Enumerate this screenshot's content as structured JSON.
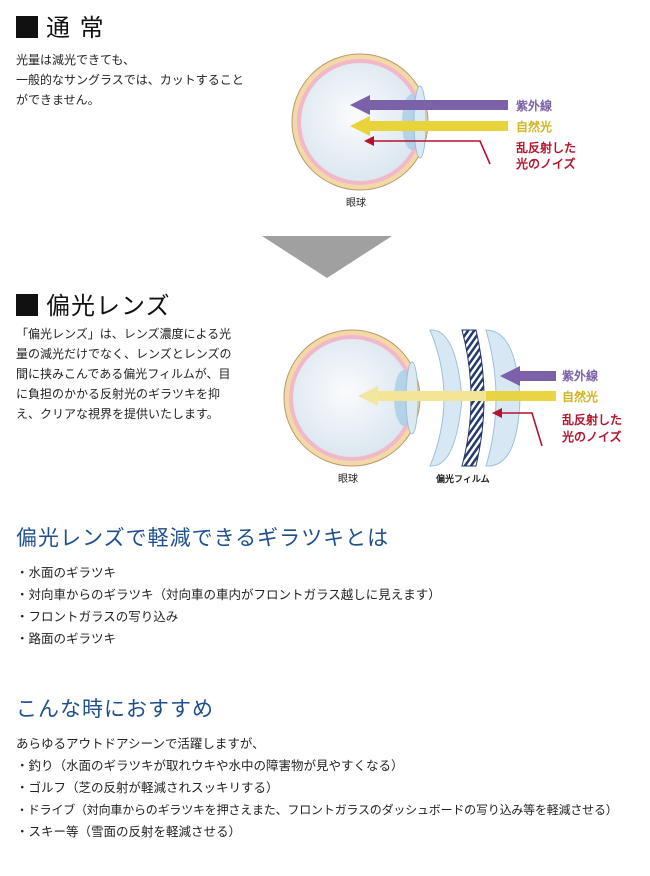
{
  "section1": {
    "title": "通 常",
    "text": "光量は減光できても、\n一般的なサングラスでは、カットすること\nができません。",
    "labels": {
      "uv": "紫外線",
      "natural": "自然光",
      "noise1": "乱反射した",
      "noise2": "光のノイズ",
      "eyeball": "眼球"
    }
  },
  "section2": {
    "title": "偏光レンズ",
    "text": "「偏光レンズ」は、レンズ濃度による光\n量の減光だけでなく、レンズとレンズの\n間に挟みこんである偏光フィルムが、目\nに負担のかかる反射光のギラツキを抑\nえ、クリアな視界を提供いたします。",
    "labels": {
      "uv": "紫外線",
      "natural": "自然光",
      "noise1": "乱反射した",
      "noise2": "光のノイズ",
      "eyeball": "眼球",
      "film": "偏光フィルム"
    }
  },
  "glare": {
    "heading": "偏光レンズで軽減できるギラツキとは",
    "items": [
      "・水面のギラツキ",
      "・対向車からのギラツキ（対向車の車内がフロントガラス越しに見えます）",
      "・フロントガラスの写り込み",
      "・路面のギラツキ"
    ]
  },
  "recommend": {
    "heading": "こんな時におすすめ",
    "items": [
      "あらゆるアウトドアシーンで活躍しますが、",
      "・釣り（水面のギラツキが取れウキや水中の障害物が見やすくなる）",
      "・ゴルフ（芝の反射が軽減されスッキリする）",
      "・ドライブ（対向車からのギラツキを押さえまた、フロントガラスのダッシュボードの写り込み等を軽減させる）",
      "・スキー等（雪面の反射を軽減させる）"
    ]
  },
  "colors": {
    "uv": "#7b62a8",
    "natural": "#e8d33a",
    "noise": "#b4132b",
    "heading": "#1f4f8c",
    "arrow": "#a0a0a0"
  }
}
